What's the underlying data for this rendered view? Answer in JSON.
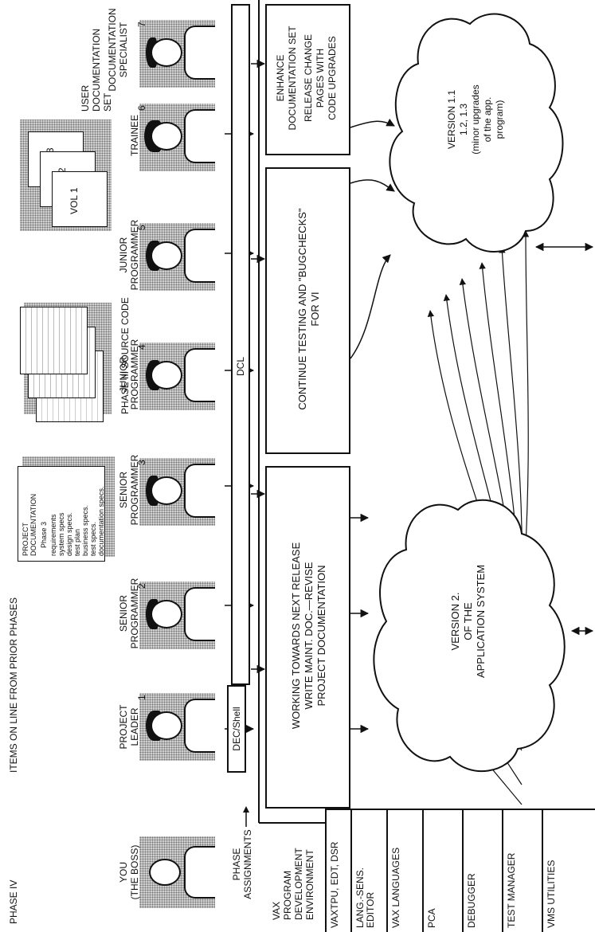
{
  "header": {
    "phase": "PHASE IV",
    "prior_items": "ITEMS ON LINE FROM PRIOR PHASES",
    "source_code": "PHASE III SOURCE CODE",
    "user_doc_set": [
      "USER",
      "DOCUMENTATION",
      "SET"
    ]
  },
  "project_doc": {
    "title_lines": [
      "PROJECT",
      "DOCUMENTATION"
    ],
    "phase": "Phase 3",
    "items": [
      "requirements",
      "system specs",
      "design specs.",
      "test plan",
      "business specs.",
      "test specs.",
      "documentation specs."
    ]
  },
  "volumes": [
    "VOL 3",
    "VOL 2",
    "VOL 1"
  ],
  "boss": [
    "YOU",
    "(THE BOSS)"
  ],
  "phase_assignments": [
    "PHASE",
    "ASSIGNMENTS"
  ],
  "team": [
    {
      "num": "1",
      "lines": [
        "PROJECT",
        "LEADER"
      ]
    },
    {
      "num": "2",
      "lines": [
        "SENIOR",
        "PROGRAMMER"
      ]
    },
    {
      "num": "3",
      "lines": [
        "SENIOR",
        "PROGRAMMER"
      ]
    },
    {
      "num": "4",
      "lines": [
        "JUNIOR",
        "PROGRAMMER"
      ]
    },
    {
      "num": "5",
      "lines": [
        "JUNIOR",
        "PROGRAMMER"
      ]
    },
    {
      "num": "6",
      "lines": [
        "TRAINEE"
      ]
    },
    {
      "num": "7",
      "lines": [
        "DOCUMENTATION",
        "SPECIALIST"
      ]
    }
  ],
  "dec_shell": "DEC/Shell",
  "dcl": "DCL",
  "tasks": {
    "working": [
      "WORKING TOWARDS NEXT RELEASE",
      "WRITE MAINT. DOC.—REVISE",
      "PROJECT DOCUMENTATION"
    ],
    "testing": [
      "CONTINUE TESTING AND \"BUGCHECKS\"",
      "FOR VI"
    ],
    "enhance": [
      "ENHANCE",
      "DOCUMENTATION SET",
      "RELEASE CHANGE",
      "PAGES WITH",
      "CODE UPGRADES"
    ]
  },
  "version2": [
    "VERSION 2.",
    "OF THE",
    "APPLICATION SYSTEM"
  ],
  "version11": [
    "VERSION 1.1",
    "1.2, 1.3",
    "(minor upgrades",
    "of the app.",
    "program)"
  ],
  "environment": {
    "title": [
      "VAX",
      "PROGRAM",
      "DEVELOPMENT",
      "ENVIRONMENT"
    ],
    "tools": [
      [
        "VAXTPU, EDT, DSR"
      ],
      [
        "LANG.-SENS.",
        "EDITOR"
      ],
      [
        "VAX LANGUAGES"
      ],
      [
        "PCA"
      ],
      [
        "DEBUGGER"
      ],
      [
        "TEST  MANAGER"
      ],
      [
        "VMS UTILITIES"
      ]
    ]
  }
}
